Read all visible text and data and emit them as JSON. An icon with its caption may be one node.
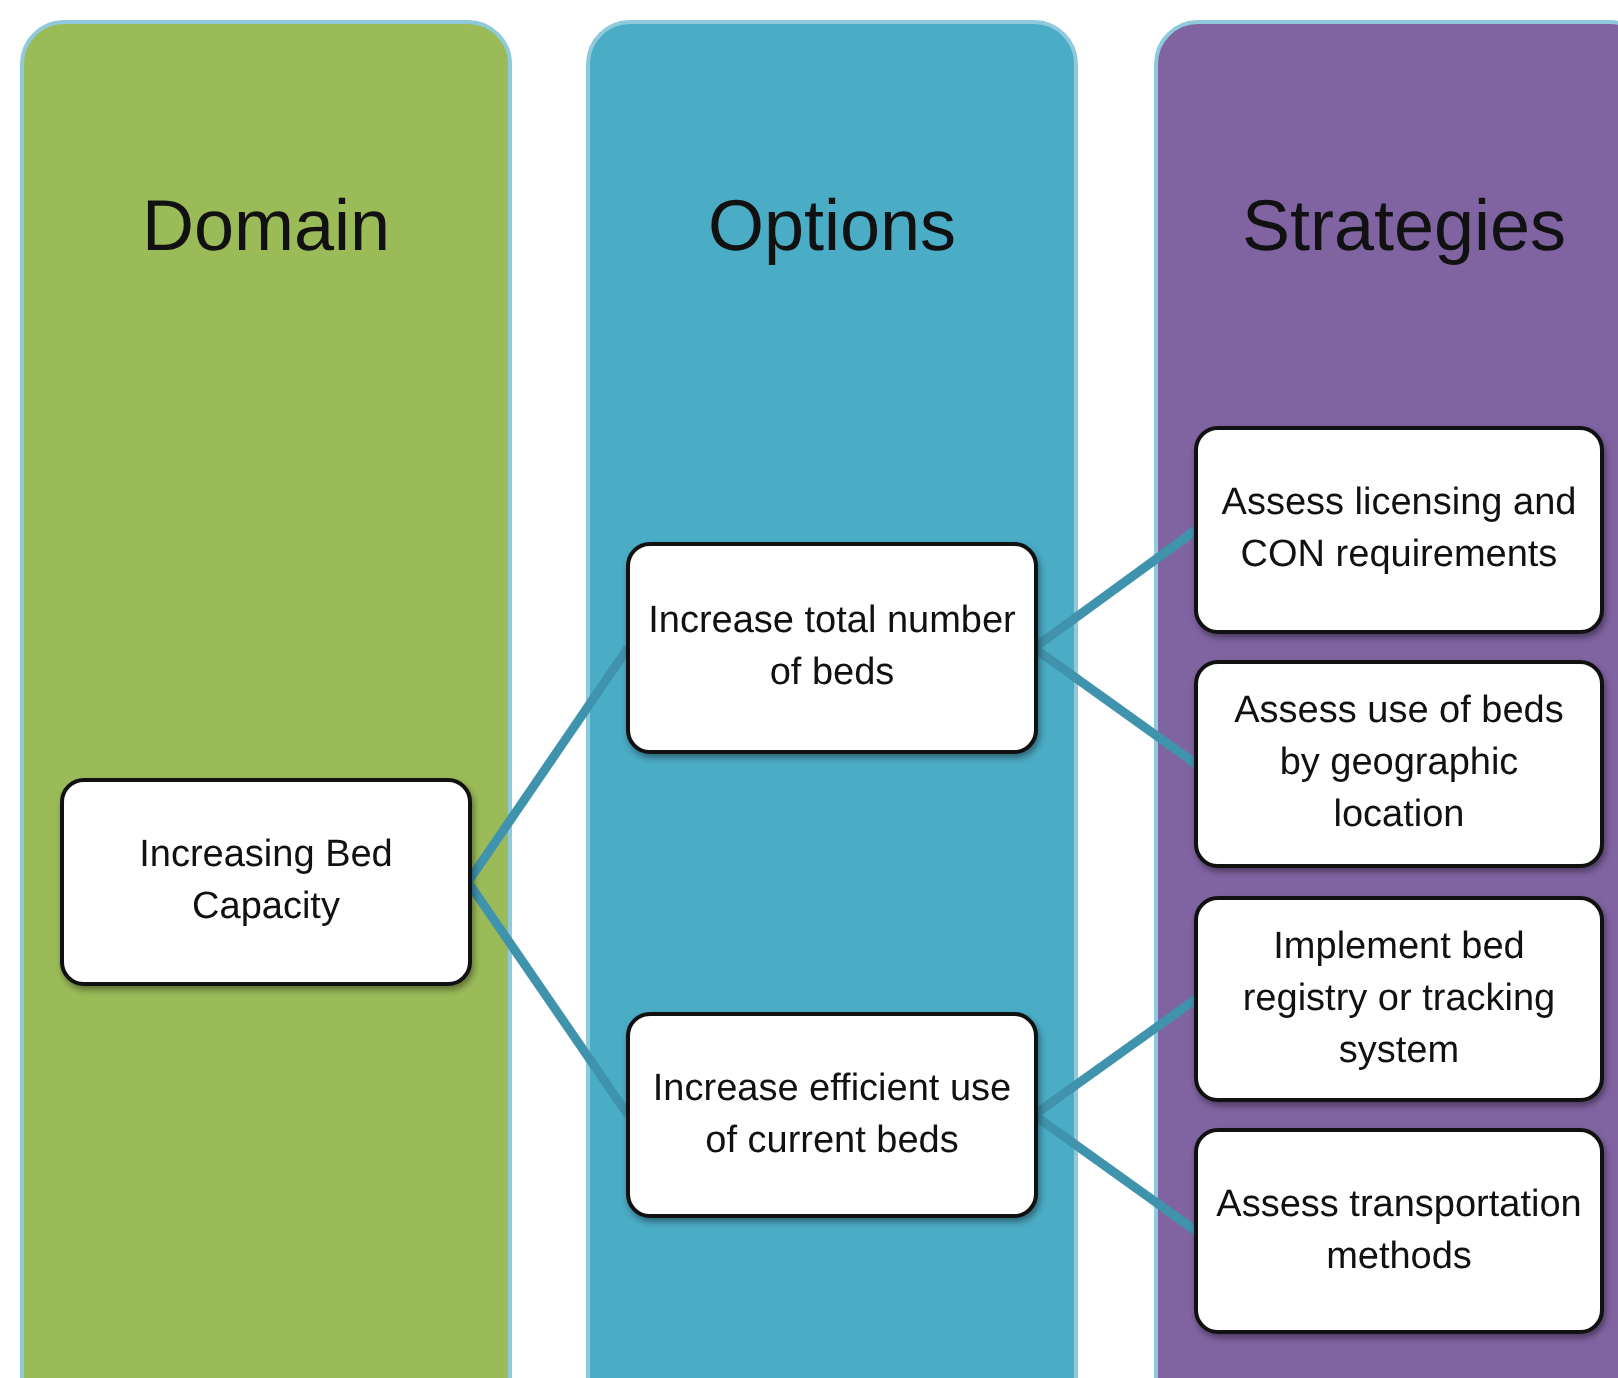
{
  "diagram": {
    "nodes": [
      {
        "text": [
          "Domain"
        ]
      },
      {
        "text": [
          "Options"
        ]
      },
      {
        "text": [
          "Strategies"
        ]
      },
      {
        "text": [
          "Increasing Bed Capacity"
        ],
        "in": 0
      },
      {
        "text": [
          "Increase total number of beds"
        ],
        "in": 1
      },
      {
        "text": [
          "Increase efficient use of current beds"
        ],
        "in": 1
      },
      {
        "text": [
          "Assess licensing and CON requirements"
        ],
        "in": 2
      },
      {
        "text": [
          "Assess use of beds by geographic location"
        ],
        "in": 2
      },
      {
        "text": [
          "Implement bed registry or tracking system"
        ],
        "in": 2
      },
      {
        "text": [
          "Assess transportation methods"
        ],
        "in": 2
      }
    ],
    "edges": [
      {
        "from": 3,
        "to": 4,
        "arrow": "none"
      },
      {
        "from": 3,
        "to": 5,
        "arrow": "none"
      },
      {
        "from": 4,
        "to": 6,
        "arrow": "none"
      },
      {
        "from": 4,
        "to": 7,
        "arrow": "none"
      },
      {
        "from": 5,
        "to": 8,
        "arrow": "none"
      },
      {
        "from": 5,
        "to": 9,
        "arrow": "none"
      }
    ]
  }
}
